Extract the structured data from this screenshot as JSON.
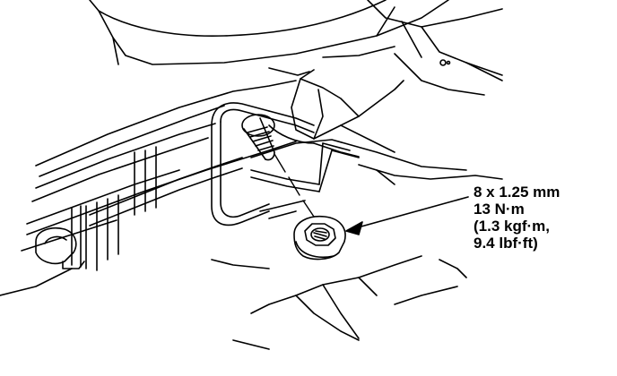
{
  "callout": {
    "size": "8 x 1.25 mm",
    "torque_nm": "13 N·m",
    "torque_kgfm": "(1.3 kgf·m,",
    "torque_lbfft": "9.4 lbf·ft)"
  },
  "colors": {
    "ink": "#000000",
    "paper": "#ffffff"
  }
}
